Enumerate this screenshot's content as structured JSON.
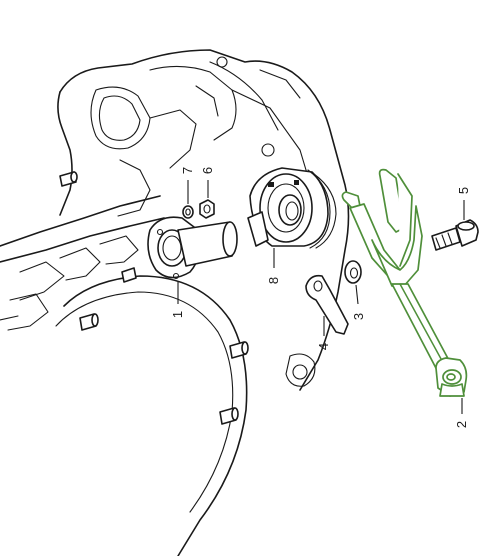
{
  "colors": {
    "highlight": "#4f8f3a",
    "line": "#1a1a1a",
    "background": "#ffffff"
  },
  "callouts": {
    "part_1": "1",
    "part_2": "2",
    "part_3": "3",
    "part_4": "4",
    "part_5": "5",
    "part_6": "6",
    "part_7": "7",
    "part_8": "8"
  },
  "highlighted_part": "2"
}
